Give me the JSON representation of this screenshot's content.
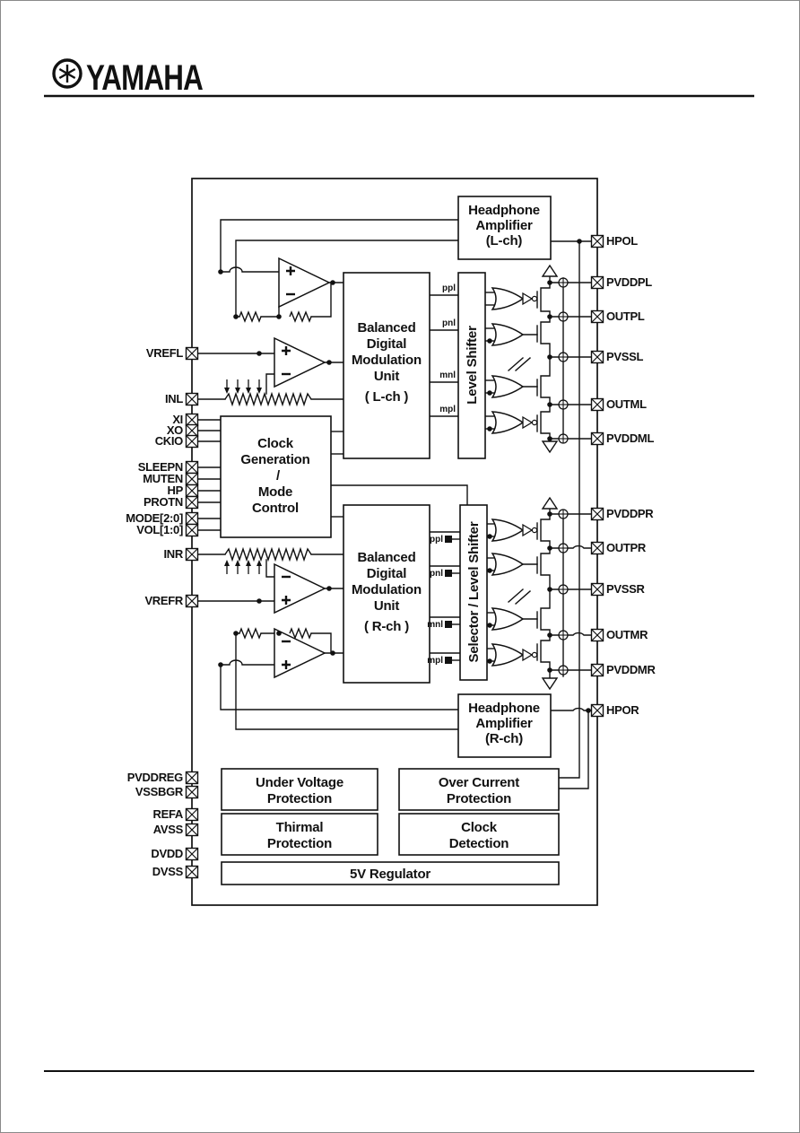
{
  "logo": {
    "wordmark": "YAMAHA"
  },
  "diagram": {
    "blocks": {
      "hp_amp_l": {
        "lines": [
          "Headphone",
          "Amplifier",
          "(L-ch)"
        ]
      },
      "bdmu_l": {
        "lines": [
          "Balanced",
          "Digital",
          "Modulation",
          "Unit",
          "( L-ch )"
        ]
      },
      "level_shifter_l": {
        "label": "Level Shifter"
      },
      "clock_mode": {
        "lines": [
          "Clock",
          "Generation",
          "/",
          "Mode",
          "Control"
        ]
      },
      "bdmu_r": {
        "lines": [
          "Balanced",
          "Digital",
          "Modulation",
          "Unit",
          "( R-ch )"
        ]
      },
      "selector_level_shifter_r": {
        "label": "Selector / Level Shifter"
      },
      "hp_amp_r": {
        "lines": [
          "Headphone",
          "Amplifier",
          "(R-ch)"
        ]
      },
      "under_voltage": {
        "lines": [
          "Under Voltage",
          "Protection"
        ]
      },
      "over_current": {
        "lines": [
          "Over Current",
          "Protection"
        ]
      },
      "thermal": {
        "lines": [
          "Thirmal",
          "Protection"
        ]
      },
      "clock_detection": {
        "lines": [
          "Clock",
          "Detection"
        ]
      },
      "regulator": {
        "label": "5V Regulator"
      }
    },
    "pins_left": [
      "VREFL",
      "INL",
      "XI",
      "XO",
      "CKIO",
      "SLEEPN",
      "MUTEN",
      "HP",
      "PROTN",
      "MODE[2:0]",
      "VOL[1:0]",
      "INR",
      "VREFR",
      "PVDDREG",
      "VSSBGR",
      "REFA",
      "AVSS",
      "DVDD",
      "DVSS"
    ],
    "pins_right": [
      "HPOL",
      "PVDDPL",
      "OUTPL",
      "PVSSL",
      "OUTML",
      "PVDDML",
      "PVDDPR",
      "OUTPR",
      "PVSSR",
      "OUTMR",
      "PVDDMR",
      "HPOR"
    ],
    "signals_l": [
      "ppl",
      "pnl",
      "mnl",
      "mpl"
    ],
    "signals_r": [
      "ppl",
      "pnl",
      "mnl",
      "mpl"
    ],
    "colors": {
      "ink": "#111111",
      "background": "#ffffff"
    }
  }
}
